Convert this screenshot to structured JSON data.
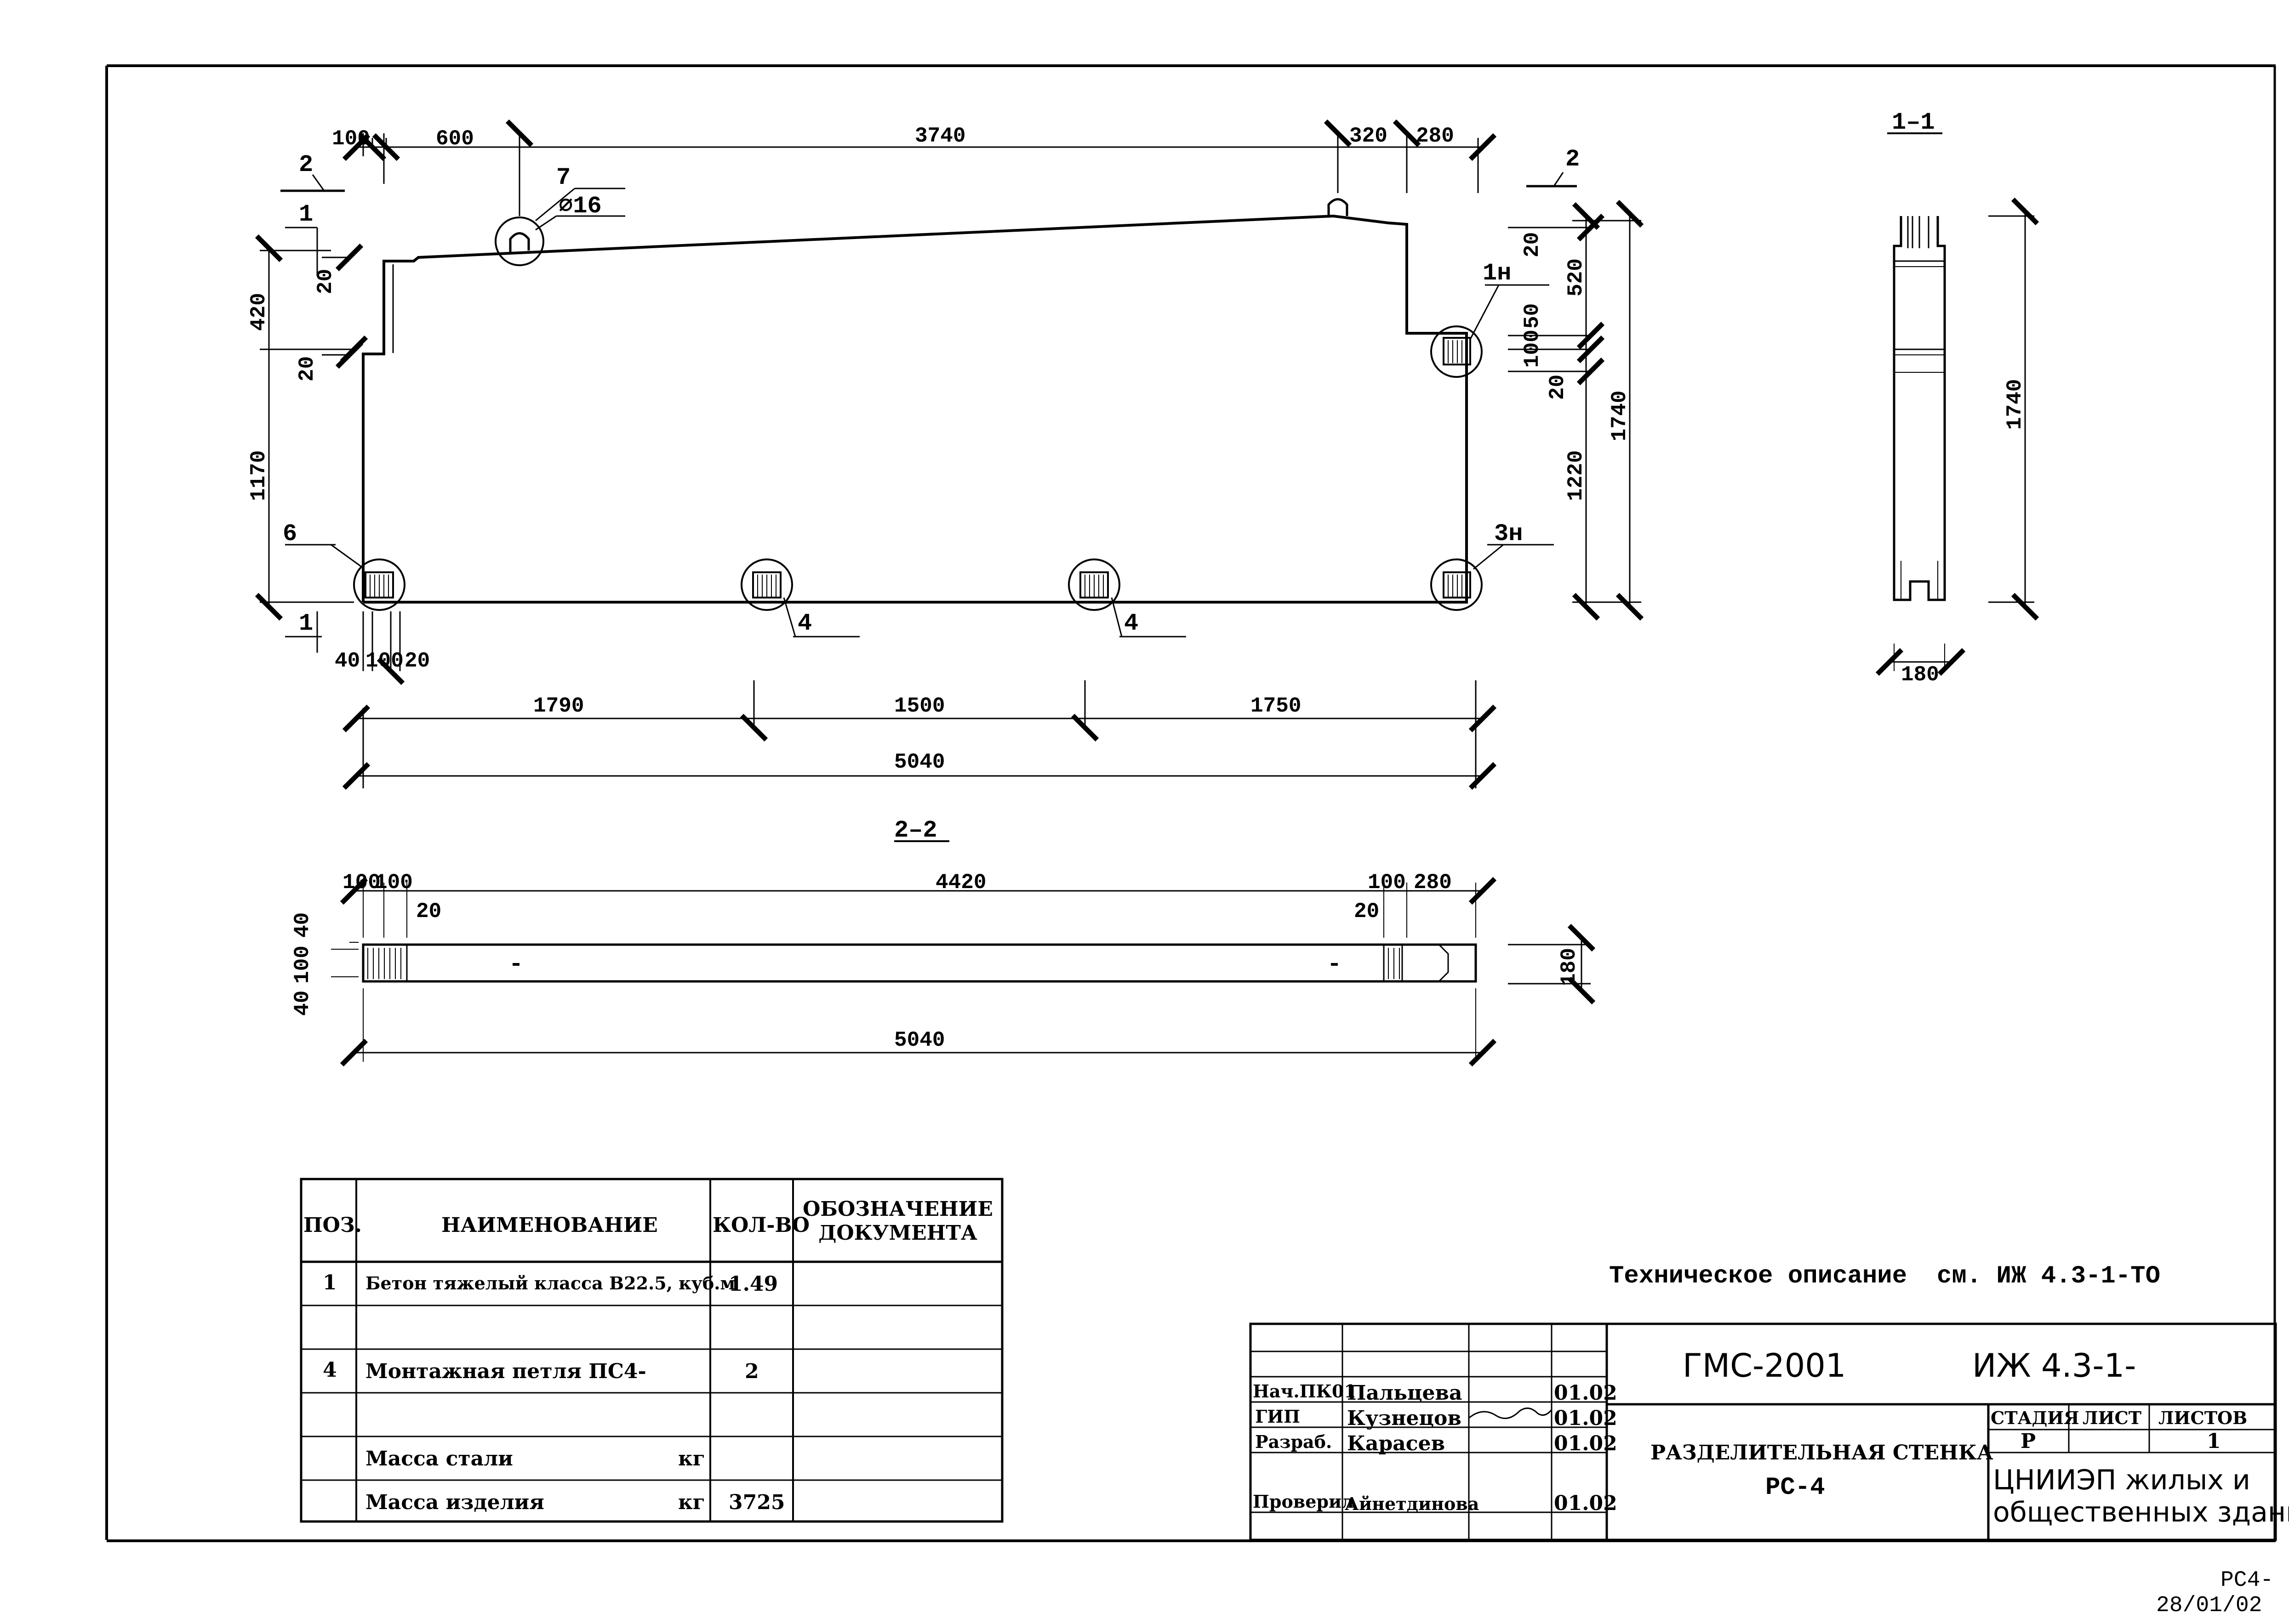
{
  "drawing": {
    "front_dims_top": [
      "100",
      "600",
      "3740",
      "320",
      "280"
    ],
    "front_dims_left": [
      "420",
      "20",
      "20",
      "1170"
    ],
    "front_dims_right": [
      "20",
      "520",
      "50",
      "100",
      "20",
      "1220",
      "1740"
    ],
    "front_dims_bottom_small": [
      "40",
      "100",
      "20"
    ],
    "front_dims_bottom": [
      "1790",
      "1500",
      "1750"
    ],
    "front_total": "5040",
    "callouts": {
      "c7": "7",
      "dia16": "⌀16",
      "c1n": "1н",
      "c6": "6",
      "c3n": "3н",
      "c4a": "4",
      "c4b": "4",
      "s2a": "2",
      "s2b": "2",
      "s1a": "1",
      "s1b": "1"
    },
    "section_11": {
      "title": "1–1",
      "height": "1740",
      "width": "180"
    },
    "section_22": {
      "title": "2–2",
      "dims_top": [
        "100",
        "100",
        "4420",
        "100",
        "280"
      ],
      "dims_inner": [
        "20",
        "20"
      ],
      "dims_left": [
        "40",
        "100",
        "40"
      ],
      "dims_right": "180",
      "total": "5040"
    }
  },
  "spec_table": {
    "headers": [
      "ПОЗ.",
      "НАИМЕНОВАНИЕ",
      "КОЛ-ВО",
      "ОБОЗНАЧЕНИЕ ДОКУМЕНТА"
    ],
    "rows": [
      {
        "pos": "1",
        "name": "Бетон тяжелый класса В22.5, куб.м",
        "qty": "1.49",
        "doc": ""
      },
      {
        "pos": "",
        "name": "",
        "qty": "",
        "doc": ""
      },
      {
        "pos": "4",
        "name": "Монтажная петля ПС4-",
        "qty": "2",
        "doc": ""
      },
      {
        "pos": "",
        "name": "",
        "qty": "",
        "doc": ""
      },
      {
        "pos": "",
        "name": "Масса стали",
        "unit": "кг",
        "qty": "",
        "doc": ""
      },
      {
        "pos": "",
        "name": "Масса изделия",
        "unit": "кг",
        "qty": "3725",
        "doc": ""
      }
    ]
  },
  "tech_note": "Техническое описание  см. ИЖ 4.3-1-ТО",
  "title_block": {
    "code_left": "ГМС-2001",
    "code_right": "ИЖ 4.3-1-",
    "people": [
      {
        "role": "Нач.ПК01",
        "name": "Пальцева",
        "date": "01.02"
      },
      {
        "role": "ГИП",
        "name": "Кузнецов",
        "date": "01.02"
      },
      {
        "role": "Разраб.",
        "name": "Карасев",
        "date": "01.02"
      },
      {
        "role": "Проверил",
        "name": "Айнетдинова",
        "date": "01.02"
      }
    ],
    "product_name": "РАЗДЕЛИТЕЛЬНАЯ СТЕНКА",
    "product_mark": "РС-4",
    "stage_header": "СТАДИЯ",
    "sheet_header": "ЛИСТ",
    "sheets_header": "ЛИСТОВ",
    "stage": "Р",
    "sheet": "",
    "sheets": "1",
    "org_line1": "ЦНИИЭП жилых и",
    "org_line2": "общественных зданий"
  },
  "corner_code_1": "РС4-",
  "corner_code_2": "28/01/02"
}
